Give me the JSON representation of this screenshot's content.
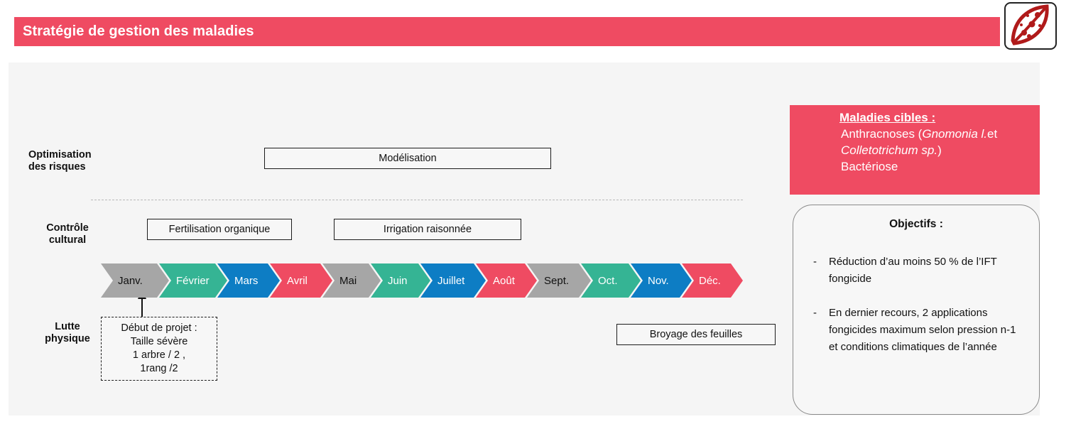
{
  "header": {
    "title": "Stratégie de gestion des maladies",
    "banner_color": "#ef4b62",
    "logo": {
      "name": "walnut-leaf-logo",
      "color": "#b01a1a"
    }
  },
  "rows": {
    "optimisation_label": "Optimisation\ndes risques",
    "controle_label": "Contrôle\ncultural",
    "lutte_label": "Lutte\nphysique"
  },
  "boxes": {
    "modelisation": "Modélisation",
    "fertilisation": "Fertilisation organique",
    "irrigation": "Irrigation raisonnée",
    "broyage": "Broyage des feuilles"
  },
  "note": {
    "line1": "Début de projet :",
    "line2": "Taille sévère",
    "line3": "1 arbre / 2 ,",
    "line4": "1rang /2"
  },
  "timeline": {
    "colors": {
      "grey": "#a6a6a6",
      "teal": "#35b494",
      "blue": "#0d7dc4",
      "pink": "#ef4b62"
    },
    "months": [
      {
        "label": "Janv.",
        "color": "#a6a6a6",
        "text_color": "#111111",
        "width": 96
      },
      {
        "label": "Février",
        "color": "#35b494",
        "text_color": "#ffffff",
        "width": 96
      },
      {
        "label": "Mars",
        "color": "#0d7dc4",
        "text_color": "#ffffff",
        "width": 88
      },
      {
        "label": "Avril",
        "color": "#ef4b62",
        "text_color": "#ffffff",
        "width": 88
      },
      {
        "label": "Mai",
        "color": "#a6a6a6",
        "text_color": "#111111",
        "width": 82
      },
      {
        "label": "Juin",
        "color": "#35b494",
        "text_color": "#ffffff",
        "width": 84
      },
      {
        "label": "Juillet",
        "color": "#0d7dc4",
        "text_color": "#ffffff",
        "width": 92
      },
      {
        "label": "Août",
        "color": "#ef4b62",
        "text_color": "#ffffff",
        "width": 86
      },
      {
        "label": "Sept.",
        "color": "#a6a6a6",
        "text_color": "#111111",
        "width": 90
      },
      {
        "label": "Oct.",
        "color": "#35b494",
        "text_color": "#ffffff",
        "width": 84
      },
      {
        "label": "Nov.",
        "color": "#0d7dc4",
        "text_color": "#ffffff",
        "width": 86
      },
      {
        "label": "Déc.",
        "color": "#ef4b62",
        "text_color": "#ffffff",
        "width": 86
      }
    ]
  },
  "maladies": {
    "title": "Maladies cibles :",
    "line1_a": "Anthracnoses (",
    "line1_italic": "Gnomonia l.",
    "line1_b": "et",
    "line2_italic": "Colletotrichum sp.",
    "line2_b": ")",
    "line3": "Bactériose"
  },
  "objectifs": {
    "title": "Objectifs :",
    "bullet_marker": "-",
    "items": [
      " Réduction d’au moins 50 % de l’IFT fongicide",
      "En dernier recours, 2 applications fongicides maximum selon pression n-1 et conditions climatiques de l’année"
    ]
  }
}
